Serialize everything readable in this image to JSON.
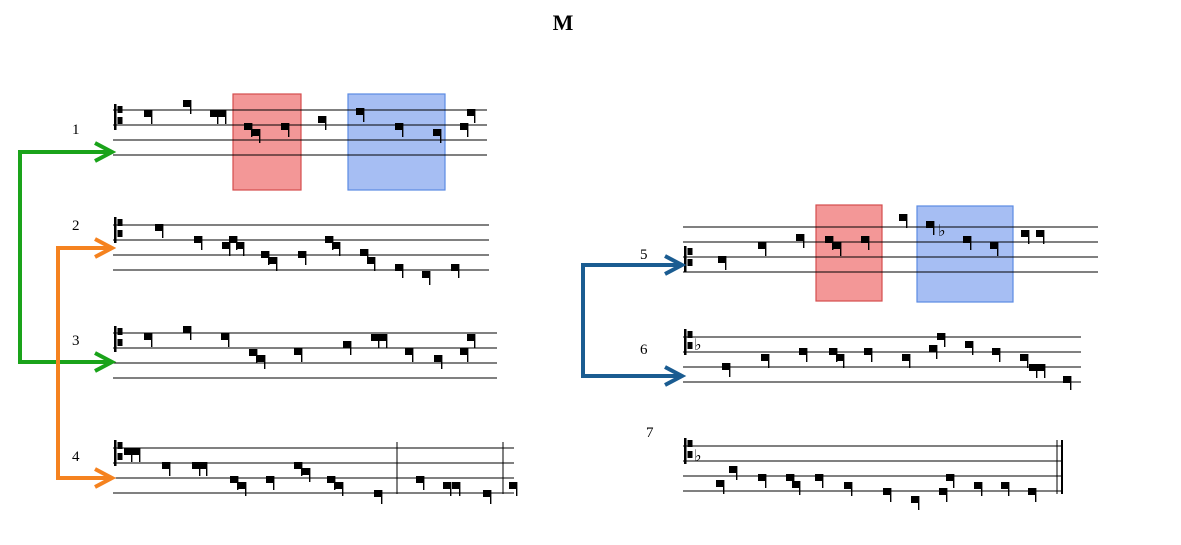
{
  "title": "M",
  "staff_numbers": [
    "1",
    "2",
    "3",
    "4",
    "5",
    "6",
    "7"
  ],
  "highlight_colors": {
    "red": "#f28c8c",
    "blue": "#9db7f2"
  },
  "arrow_colors": {
    "green": "#1aa31a",
    "orange": "#f5821f",
    "blue": "#1a5c91"
  },
  "links": [
    {
      "from": "1",
      "to": "3",
      "color": "green"
    },
    {
      "from": "2",
      "to": "4",
      "color": "orange"
    },
    {
      "from": "5",
      "to": "6",
      "color": "blue"
    }
  ],
  "icons": {
    "clef": "c-clef-icon",
    "flat": "flat-icon",
    "note": "neume-note-icon"
  }
}
